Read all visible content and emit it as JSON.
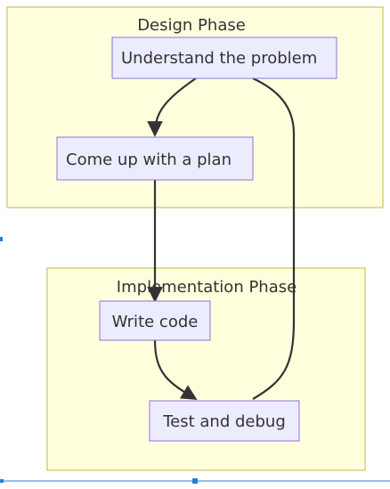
{
  "diagram": {
    "clusters": [
      {
        "id": "design",
        "label": "Design Phase"
      },
      {
        "id": "implementation",
        "label": "Implementation Phase"
      }
    ],
    "nodes": [
      {
        "id": "understand",
        "label": "Understand the problem",
        "cluster": "design"
      },
      {
        "id": "plan",
        "label": "Come up with a plan",
        "cluster": "design"
      },
      {
        "id": "code",
        "label": "Write code",
        "cluster": "implementation"
      },
      {
        "id": "test",
        "label": "Test and debug",
        "cluster": "implementation"
      }
    ],
    "edges": [
      {
        "from": "understand",
        "to": "plan"
      },
      {
        "from": "plan",
        "to": "code"
      },
      {
        "from": "code",
        "to": "test"
      },
      {
        "from": "test",
        "to": "understand"
      }
    ],
    "colors": {
      "cluster_fill": "#ffffde",
      "cluster_stroke": "#d6d07a",
      "node_fill": "#ECECFF",
      "node_stroke": "#9370DB",
      "edge": "#333333",
      "text": "#333333",
      "selection": "#2a7bd4"
    }
  }
}
